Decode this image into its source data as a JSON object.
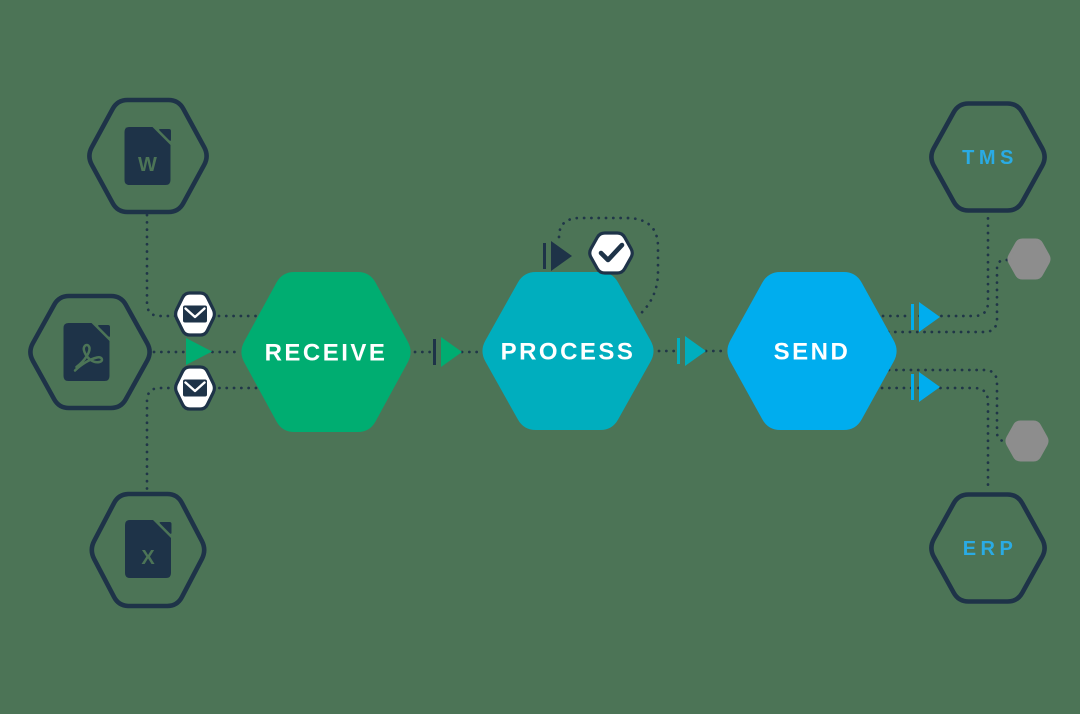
{
  "colors": {
    "background": "#4c7456",
    "navy": "#1e3348",
    "green": "#00ad71",
    "teal": "#00aebe",
    "blue": "#00adee",
    "system_label_blue": "#2aabe4",
    "gray": "#8d8d8d",
    "white": "#ffffff"
  },
  "stages": {
    "receive": {
      "label": "RECEIVE"
    },
    "process": {
      "label": "PROCESS"
    },
    "send": {
      "label": "SEND"
    }
  },
  "inputs": {
    "word_document": {
      "letter": "W"
    },
    "excel_document": {
      "letter": "X"
    }
  },
  "outputs": {
    "tms": {
      "label": "TMS"
    },
    "erp": {
      "label": "ERP"
    }
  },
  "icons": {
    "word": "word-file-icon",
    "pdf": "pdf-file-icon",
    "excel": "excel-file-icon",
    "email": "envelope-icon",
    "validated": "check-icon",
    "endpoint": "gray-hexagon-icon",
    "flow_arrow": "play-arrow-icon"
  }
}
